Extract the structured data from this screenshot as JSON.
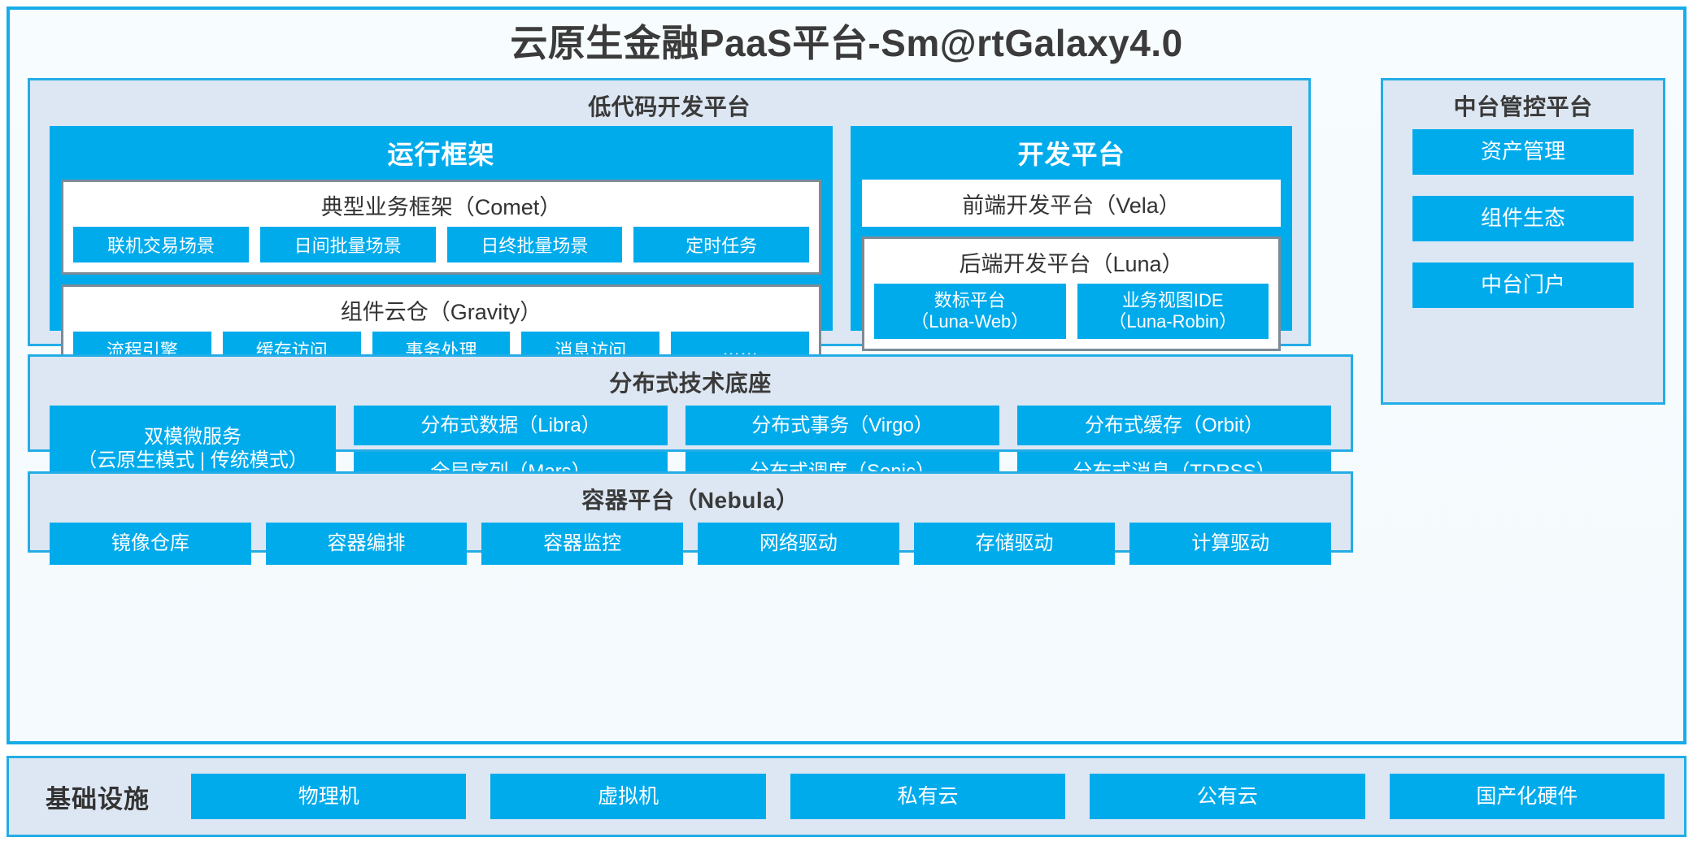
{
  "title": "云原生金融PaaS平台-Sm@rtGalaxy4.0",
  "colors": {
    "accent_cyan": "#00ABEC",
    "frame_border": "#18ACE8",
    "panel_bg": "#dde7f3",
    "panel_border": "#23ade6",
    "white_box_border": "#7e8b96",
    "text_dark": "#333333",
    "text_light": "#ffffff"
  },
  "low_code": {
    "title": "低代码开发平台",
    "runtime": {
      "title": "运行框架",
      "comet": {
        "title": "典型业务框架（Comet）",
        "items": [
          "联机交易场景",
          "日间批量场景",
          "日终批量场景",
          "定时任务"
        ]
      },
      "gravity": {
        "title": "组件云仓（Gravity）",
        "items": [
          "流程引擎",
          "缓存访问",
          "事务处理",
          "消息访问",
          "……"
        ]
      }
    },
    "dev_platform": {
      "title": "开发平台",
      "vela": "前端开发平台（Vela）",
      "luna": {
        "title": "后端开发平台（Luna）",
        "items": [
          "数标平台\n（Luna-Web）",
          "业务视图IDE\n（Luna-Robin）"
        ]
      }
    }
  },
  "console": {
    "title": "中台管控平台",
    "items": [
      "资产管理",
      "组件生态",
      "中台门户"
    ]
  },
  "tech_base": {
    "title": "分布式技术底座",
    "wide_tile": "双模微服务\n（云原生模式 | 传统模式）",
    "columns": [
      [
        "分布式数据（Libra）",
        "全局序列（Mars）"
      ],
      [
        "分布式事务（Virgo）",
        "分布式调度（Sonic）"
      ],
      [
        "分布式缓存（Orbit）",
        "分布式消息（TDRSS）"
      ]
    ]
  },
  "container": {
    "title": "容器平台（Nebula）",
    "items": [
      "镜像仓库",
      "容器编排",
      "容器监控",
      "网络驱动",
      "存储驱动",
      "计算驱动"
    ]
  },
  "infrastructure": {
    "label": "基础设施",
    "items": [
      "物理机",
      "虚拟机",
      "私有云",
      "公有云",
      "国产化硬件"
    ]
  }
}
